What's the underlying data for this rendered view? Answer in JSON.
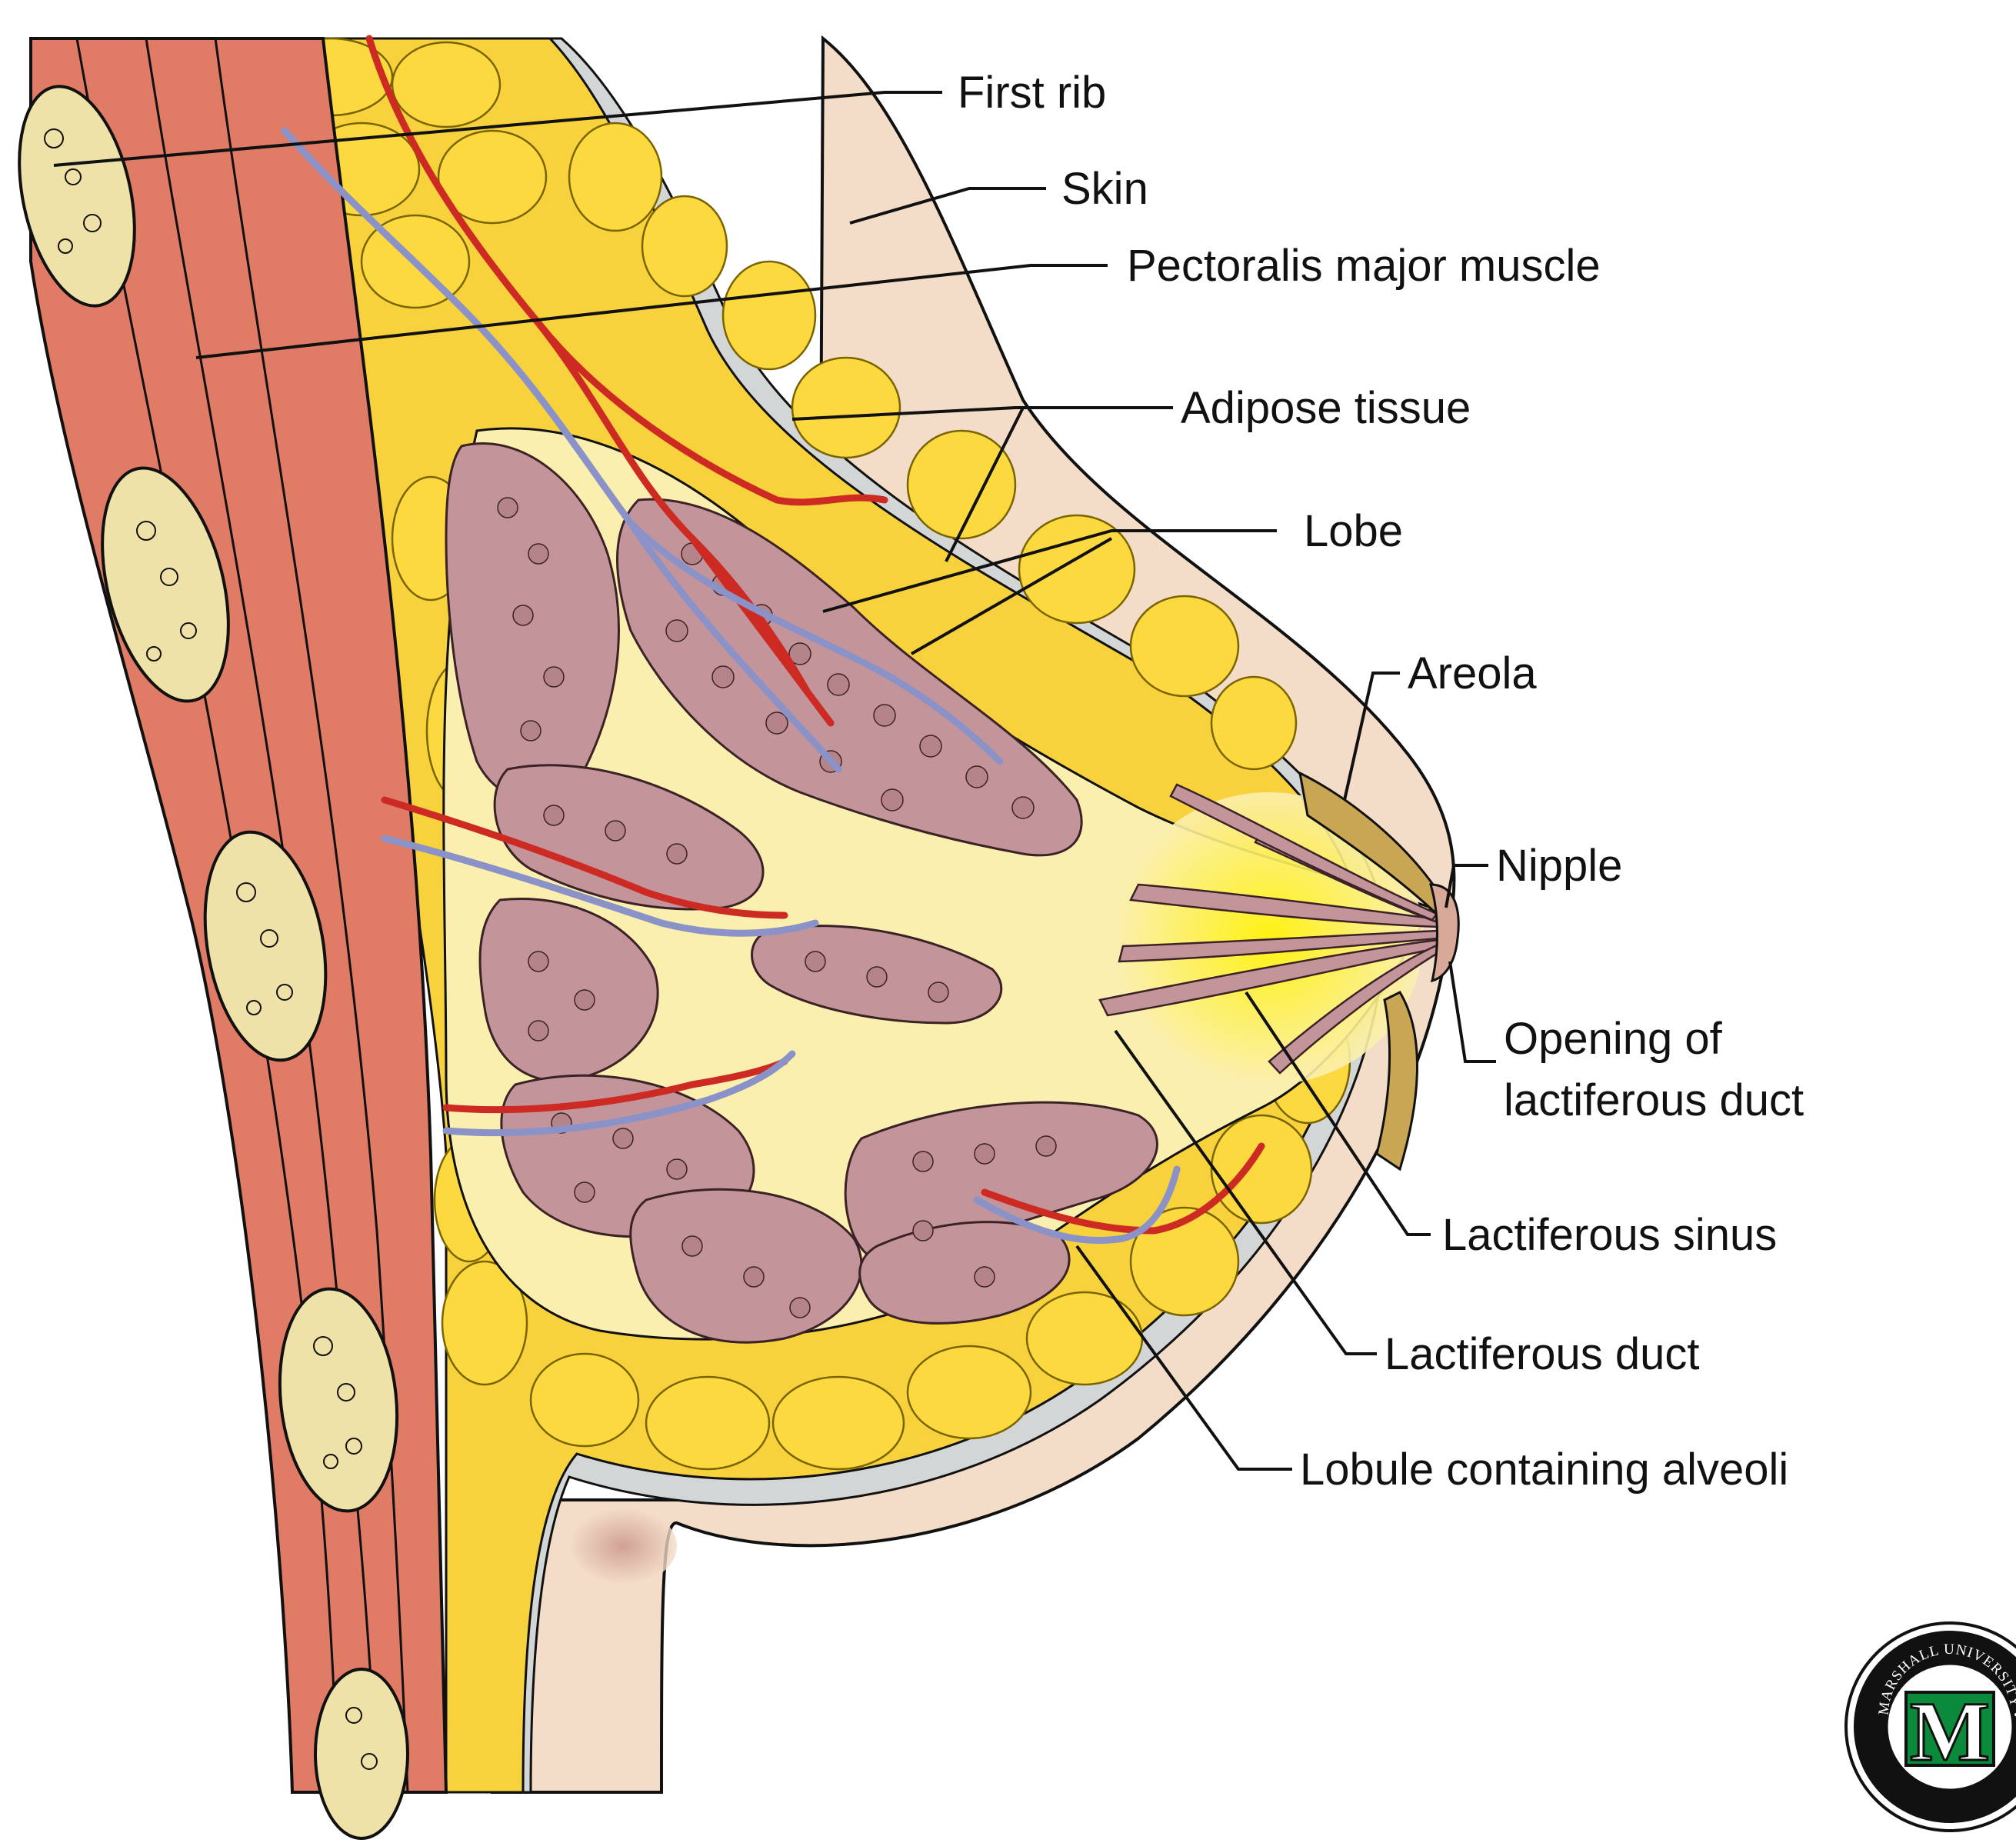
{
  "labels": {
    "first_rib": "First rib",
    "skin": "Skin",
    "pectoralis": "Pectoralis major muscle",
    "adipose": "Adipose tissue",
    "lobe": "Lobe",
    "areola": "Areola",
    "nipple": "Nipple",
    "opening_line1": "Opening of",
    "opening_line2": "lactiferous duct",
    "sinus": "Lactiferous sinus",
    "duct": "Lactiferous duct",
    "lobule": "Lobule containing alveoli"
  },
  "logo": {
    "letter": "M",
    "ring_text": "MARSHALL UNIVERSITY • JOAN C. EDWARDS SCHOOL OF MEDICINE"
  },
  "colors": {
    "muscle": "#e07b65",
    "fat": "#f8d23c",
    "fat_light": "#fbe38a",
    "skin": "#f4ddc8",
    "fascia": "#d3d6d6",
    "gland": "#c3959a",
    "stroma": "#fbefb0",
    "artery": "#cc2a22",
    "vein": "#8a92c8",
    "areola": "#c9a653",
    "logo_green": "#0a8a3a"
  }
}
